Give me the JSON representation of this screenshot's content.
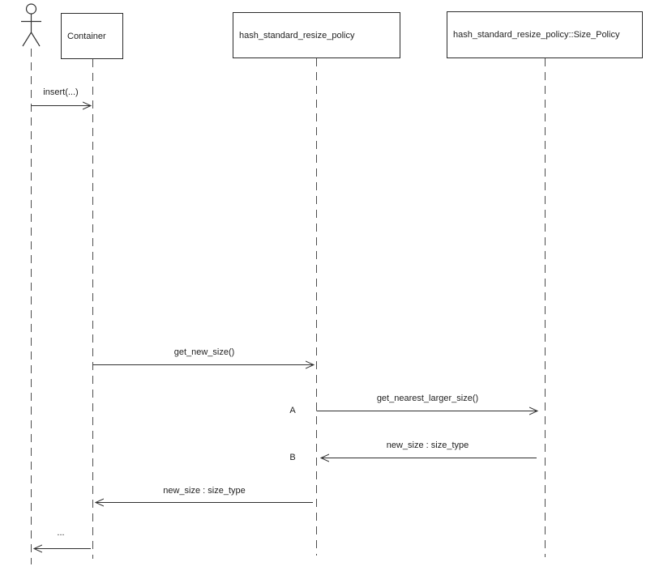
{
  "diagram": {
    "type": "uml-sequence-diagram",
    "participants": [
      {
        "id": "user",
        "kind": "actor",
        "label": ""
      },
      {
        "id": "container",
        "kind": "object",
        "label": "Container"
      },
      {
        "id": "policy",
        "kind": "object",
        "label": "hash_standard_resize_policy"
      },
      {
        "id": "size_policy",
        "kind": "object",
        "label": "hash_standard_resize_policy::Size_Policy"
      }
    ],
    "messages": [
      {
        "label": "insert(...)",
        "from": "user",
        "to": "container",
        "direction": "right",
        "marker": ""
      },
      {
        "label": "get_new_size()",
        "from": "container",
        "to": "policy",
        "direction": "right",
        "marker": ""
      },
      {
        "label": "get_nearest_larger_size()",
        "from": "policy",
        "to": "size_policy",
        "direction": "right",
        "marker": "A"
      },
      {
        "label": "new_size : size_type",
        "from": "size_policy",
        "to": "policy",
        "direction": "left",
        "marker": "B"
      },
      {
        "label": "new_size : size_type",
        "from": "policy",
        "to": "container",
        "direction": "left",
        "marker": ""
      },
      {
        "label": "...",
        "from": "container",
        "to": "user",
        "direction": "left",
        "marker": ""
      }
    ],
    "colors": {
      "background": "#ffffff",
      "line": "#3f3f3f",
      "box_border": "#2b2b2b",
      "text": "#1f1f1f"
    }
  }
}
